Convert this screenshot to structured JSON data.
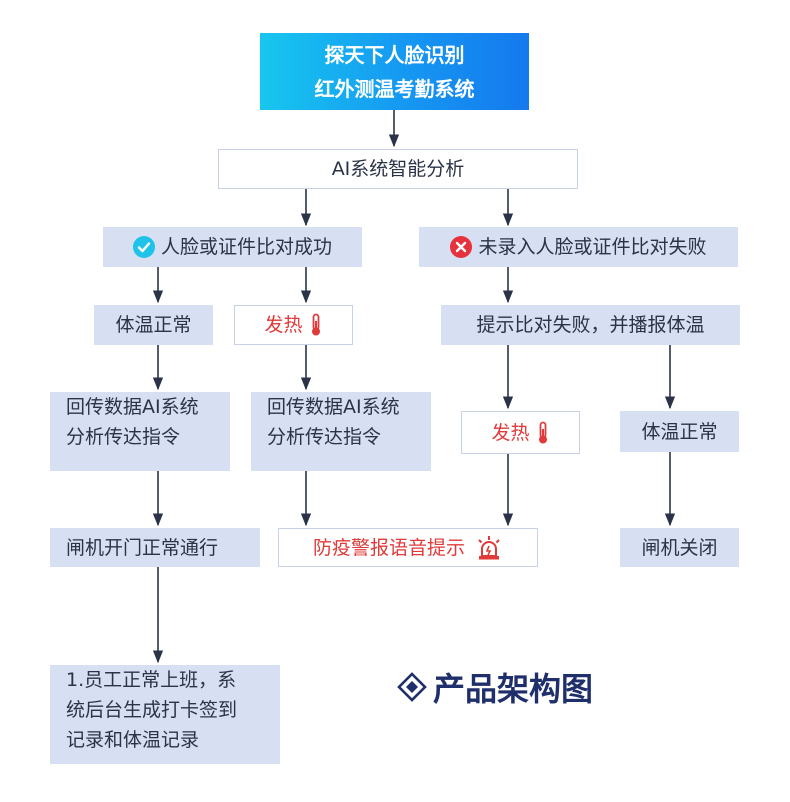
{
  "title": {
    "line1": "探天下人脸识别",
    "line2": "红外测温考勤系统"
  },
  "analysis": "AI系统智能分析",
  "success_branch": {
    "label": "人脸或证件比对成功",
    "normal_temp": "体温正常",
    "fever": "发热",
    "send_back_1": {
      "line1": "回传数据AI系统",
      "line2": "分析传达指令"
    },
    "send_back_2": {
      "line1": "回传数据AI系统",
      "line2": "分析传达指令"
    },
    "gate_open": "闸机开门正常通行",
    "record": {
      "line1": "1.员工正常上班，系",
      "line2": "统后台生成打卡签到",
      "line3": "记录和体温记录"
    }
  },
  "failure_branch": {
    "label": "未录入人脸或证件比对失败",
    "prompt": "提示比对失败，并播报体温",
    "fever": "发热",
    "normal_temp": "体温正常",
    "gate_closed": "闸机关闭"
  },
  "alarm": "防疫警报语音提示",
  "legend": "产品架构图",
  "colors": {
    "box_fill": "#d7e0f2",
    "box_border": "#c8d2e6",
    "text": "#2a3347",
    "alert": "#e03a3a",
    "success_icon": "#1fc3ea",
    "failure_icon": "#e5323c",
    "title_gradient": [
      "#17c7ee",
      "#1579ee"
    ],
    "legend_text": "#1f2f6b"
  },
  "icons": [
    "check-icon",
    "cross-icon",
    "thermometer-icon",
    "alarm-icon",
    "diamond-icon"
  ]
}
